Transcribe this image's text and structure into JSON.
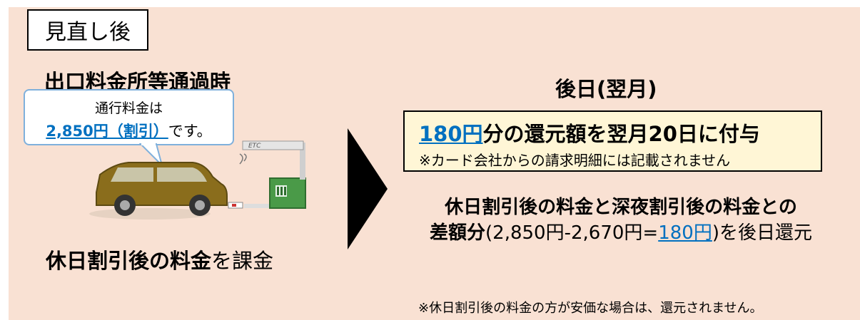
{
  "label_box": "見直し後",
  "left": {
    "heading": "出口料金所等通過時",
    "bubble": {
      "line1": "通行料金は",
      "amount": "2,850円（割引）",
      "suffix": "です。"
    },
    "caption_bold": "休日割引後の料金",
    "caption_rest": "を課金"
  },
  "right": {
    "heading": "後日(翌月)",
    "note": {
      "amount": "180円",
      "main": "分の還元額を翌月20日に付与",
      "sub": "※カード会社からの請求明細には記載されません"
    },
    "line1": "休日割引後の料金と深夜割引後の料金との",
    "line2_bold": "差額分",
    "line2_mid": "(2,850円-2,670円=",
    "line2_amount": "180円",
    "line2_end": ")を後日還元"
  },
  "footnote": "※休日割引後の料金の方が安価な場合は、還元されません。",
  "colors": {
    "panel": "#f9e1d3",
    "highlight": "#0070c0",
    "note_box": "#fff6d6"
  }
}
